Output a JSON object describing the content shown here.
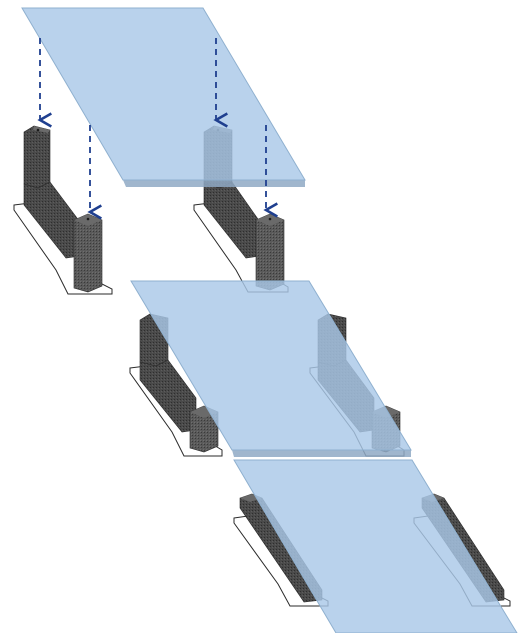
{
  "diagram": {
    "colors": {
      "background": "#ffffff",
      "plate_fill": "#a9c8e8",
      "plate_stroke": "#8fb0cf",
      "plate_edge": "#8fa9c4",
      "bracket_dark": "#3c3c3c",
      "bracket_mid": "#555555",
      "bracket_light": "#6a6a6a",
      "bracket_texture": "#2e2e2e",
      "footprint_stroke": "#2a2a2a",
      "arrow": "#1f3f8f"
    },
    "steps": [
      {
        "id": "step-1",
        "description_icon": "drop-plate-onto-brackets"
      },
      {
        "id": "step-2",
        "description_icon": "plate-on-brackets"
      },
      {
        "id": "step-3",
        "description_icon": "plate-on-flat-rails"
      }
    ]
  }
}
